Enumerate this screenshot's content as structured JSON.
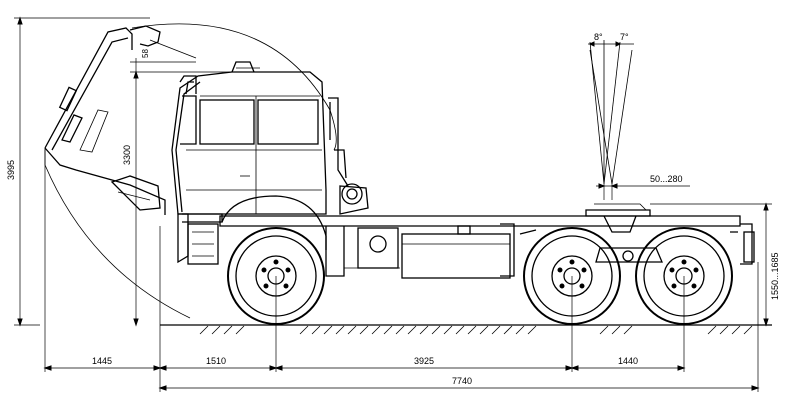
{
  "dimensions": {
    "overall_height": "3995",
    "cab_height": "3300",
    "tilt_clearance": "58",
    "fifth_wheel_height": "1550...1685",
    "fifth_wheel_offset": "50...280",
    "tilt_forward_angle": "8°",
    "tilt_back_angle": "7°",
    "front_overhang": "1445",
    "front_axle_offset": "1510",
    "wheelbase": "3925",
    "rear_axle_spacing": "1440",
    "overall_length": "7740"
  }
}
